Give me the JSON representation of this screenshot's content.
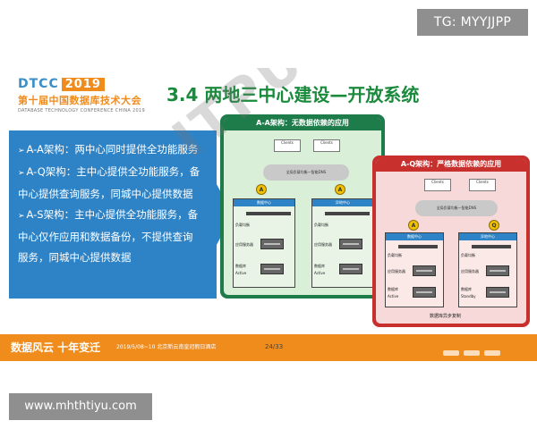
{
  "watermark_top": "TG: MYYJJPP",
  "watermark_bottom": "www.mhthtiyu.com",
  "slide_watermark": "ITPUB.NET",
  "logo": {
    "main": "DTCC",
    "year": "2019",
    "subtitle": "第十届中国数据库技术大会",
    "english": "DATABASE TECHNOLOGY CONFERENCE CHINA 2019"
  },
  "title": "3.4 两地三中心建设—开放系统",
  "bullets": [
    "A-A架构：两中心同时提供全功能服务",
    "A-Q架构：主中心提供全功能服务，备",
    "中心提供查询服务，同城中心提供数据",
    "A-S架构：主中心提供全功能服务，备",
    "中心仅作应用和数据备份，不提供查询",
    "服务，同城中心提供数据"
  ],
  "panel_aa": {
    "header": "A-A架构：无数据依赖的应用",
    "client1": "Clients",
    "client2": "Clients",
    "cloud": "全局负载均衡—智能DNS",
    "dc1": "数据中心",
    "dc2": "异地中心",
    "lb1": "负载均衡",
    "lb2": "负载均衡",
    "app1": "应用服务器",
    "app2": "应用服务器",
    "db1": "数据库",
    "db2": "数据库",
    "state1": "Active",
    "state2": "Active",
    "circle1": "A",
    "circle2": "A"
  },
  "panel_aq": {
    "header": "A-Q架构：严格数据依赖的应用",
    "client1": "Clients",
    "client2": "Clients",
    "cloud": "全局负载均衡—智能DNS",
    "dc1": "数据中心",
    "dc2": "异地中心",
    "lb1": "负载均衡",
    "lb2": "负载均衡",
    "app1": "应用服务器",
    "app2": "应用服务器",
    "db1": "数据库",
    "db2": "数据库",
    "state1": "Active",
    "state2": "Standby",
    "sync": "数据库异步复制",
    "circle1": "A",
    "circle2": "Q"
  },
  "footer": {
    "brand": "数据风云 十年变迁",
    "info": "2019/5/08~10  北京新云南皇冠假日酒店",
    "page": "24/33"
  }
}
